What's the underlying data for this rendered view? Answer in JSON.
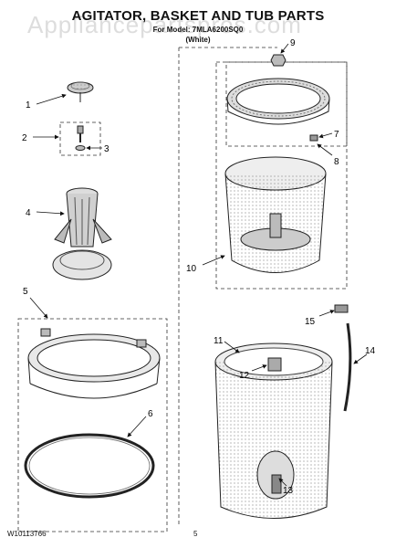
{
  "watermark": "Appliancepartspros.com",
  "title": "AGITATOR, BASKET AND TUB PARTS",
  "subtitle": "For Model: 7MLA6200SQ0",
  "variant": "(White)",
  "footer": {
    "doc_number": "W10113766",
    "page_number": "5"
  },
  "callouts": [
    "1",
    "2",
    "3",
    "4",
    "5",
    "6",
    "7",
    "8",
    "9",
    "10",
    "11",
    "12",
    "13",
    "14",
    "15"
  ]
}
